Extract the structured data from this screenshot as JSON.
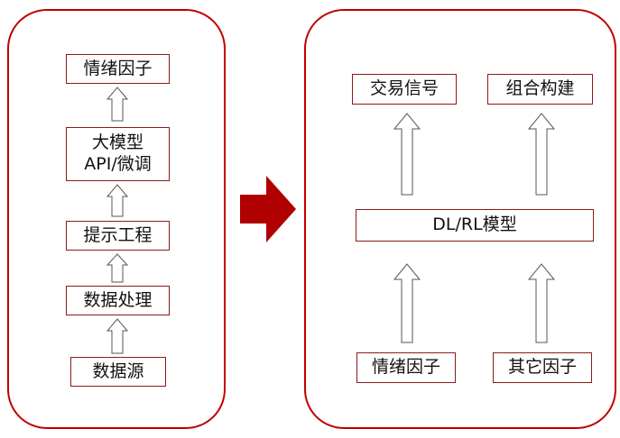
{
  "left_panel": {
    "boxes": [
      {
        "label": "情绪因子"
      },
      {
        "label_line1": "大模型",
        "label_line2": "API/微调"
      },
      {
        "label": "提示工程"
      },
      {
        "label": "数据处理"
      },
      {
        "label": "数据源"
      }
    ]
  },
  "right_panel": {
    "top_boxes": [
      {
        "label": "交易信号"
      },
      {
        "label": "组合构建"
      }
    ],
    "model_box": {
      "label": "DL/RL模型"
    },
    "bottom_boxes": [
      {
        "label": "情绪因子"
      },
      {
        "label": "其它因子"
      }
    ]
  },
  "colors": {
    "panel_border": "#c00000",
    "box_border": "#8b1a1a",
    "big_arrow": "#b00000",
    "small_arrow_stroke": "#555555"
  }
}
